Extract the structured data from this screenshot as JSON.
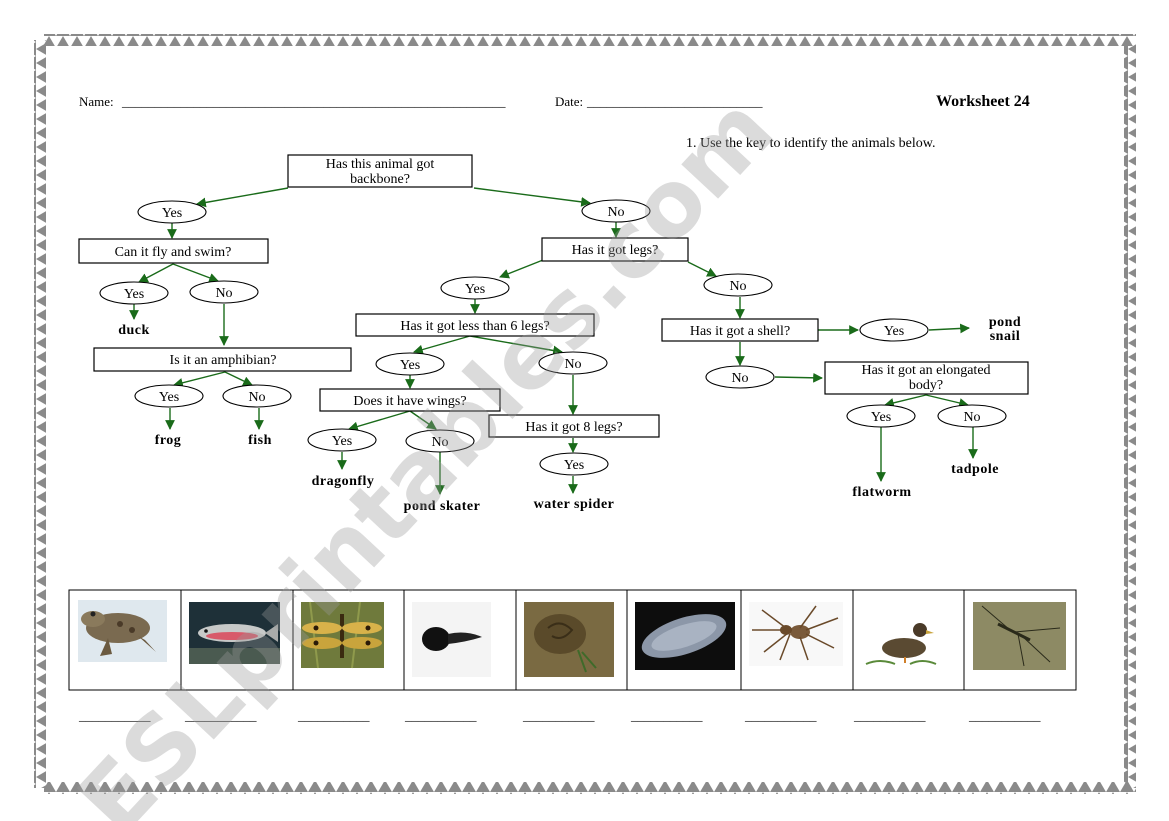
{
  "header": {
    "name_label": "Name: ",
    "name_line": "___________________________________________________________",
    "date_label": "Date:",
    "date_line": "___________________________",
    "worksheet_title": "Worksheet 24",
    "instruction": "1.   Use the key to identify the animals below."
  },
  "key": {
    "q_backbone": [
      "Has this animal got",
      "backbone?"
    ],
    "q_fly_swim": "Can it fly and swim?",
    "q_amphibian": "Is it an amphibian?",
    "q_legs": "Has it got legs?",
    "q_less6": "Has it got less than 6 legs?",
    "q_wings": "Does it have wings?",
    "q_8legs": "Has it got 8 legs?",
    "q_shell": "Has it got a shell?",
    "q_elongated": [
      "Has it got an elongated",
      "body?"
    ],
    "yes": "Yes",
    "no": "No",
    "a_duck": "duck",
    "a_frog": "frog",
    "a_fish": "fish",
    "a_dragonfly": "dragonfly",
    "a_pond_skater": "pond skater",
    "a_water_spider": "water spider",
    "a_pond_snail": [
      "pond",
      "snail"
    ],
    "a_flatworm": "flatworm",
    "a_tadpole": "tadpole"
  },
  "photos": [
    {
      "icon": "frog-photo"
    },
    {
      "icon": "fish-photo"
    },
    {
      "icon": "dragonfly-photo"
    },
    {
      "icon": "tadpole-photo"
    },
    {
      "icon": "pond-snail-photo"
    },
    {
      "icon": "flatworm-photo"
    },
    {
      "icon": "water-spider-photo"
    },
    {
      "icon": "duck-photo"
    },
    {
      "icon": "pond-skater-photo"
    }
  ],
  "answer_blank": "___________",
  "watermark": "ESLprintables.com",
  "colors": {
    "arrow": "#1a6b1a",
    "border": "#777777"
  }
}
